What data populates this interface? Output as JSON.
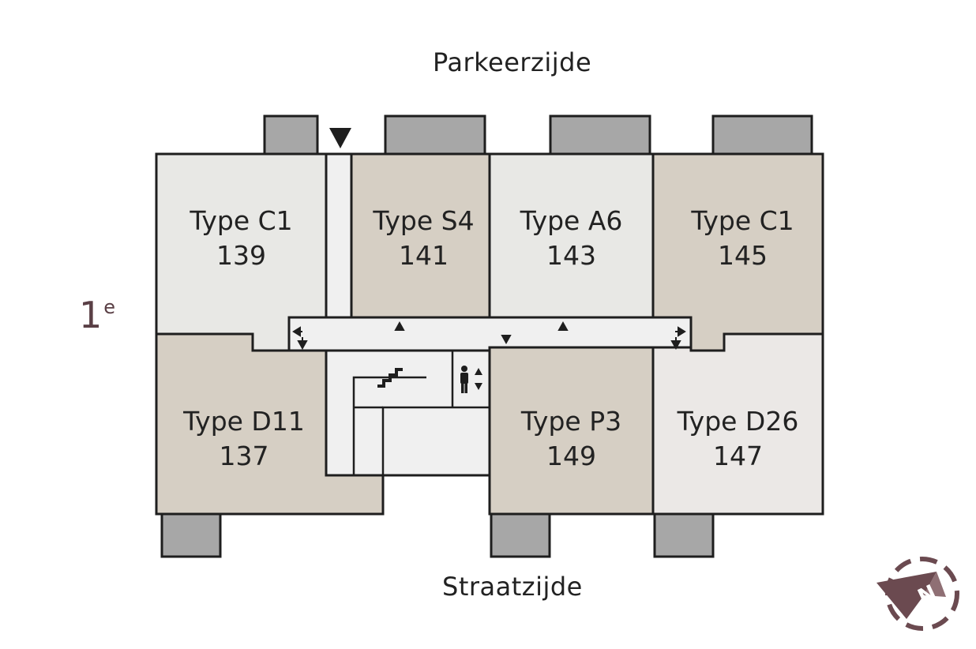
{
  "sides": {
    "top": "Parkeerzijde",
    "bottom": "Straatzijde"
  },
  "floor": {
    "number": "1",
    "suffix": "e"
  },
  "units": [
    {
      "type": "Type C1",
      "number": "139",
      "color": "#e8e8e5"
    },
    {
      "type": "Type S4",
      "number": "141",
      "color": "#d6cfc4"
    },
    {
      "type": "Type A6",
      "number": "143",
      "color": "#e8e8e5"
    },
    {
      "type": "Type C1",
      "number": "145",
      "color": "#d6cfc4"
    },
    {
      "type": "Type D11",
      "number": "137",
      "color": "#d6cfc4"
    },
    {
      "type": "Type P3",
      "number": "149",
      "color": "#d6cfc4"
    },
    {
      "type": "Type D26",
      "number": "147",
      "color": "#ebe8e6"
    }
  ],
  "colors": {
    "balcony": "#a7a7a7",
    "corridor": "#f0f0f0",
    "wall": "#1e1e1e",
    "accent": "#6b4a50"
  },
  "icons": [
    "entrance-arrow-icon",
    "stairs-icon",
    "elevator-icon",
    "compass-icon"
  ]
}
